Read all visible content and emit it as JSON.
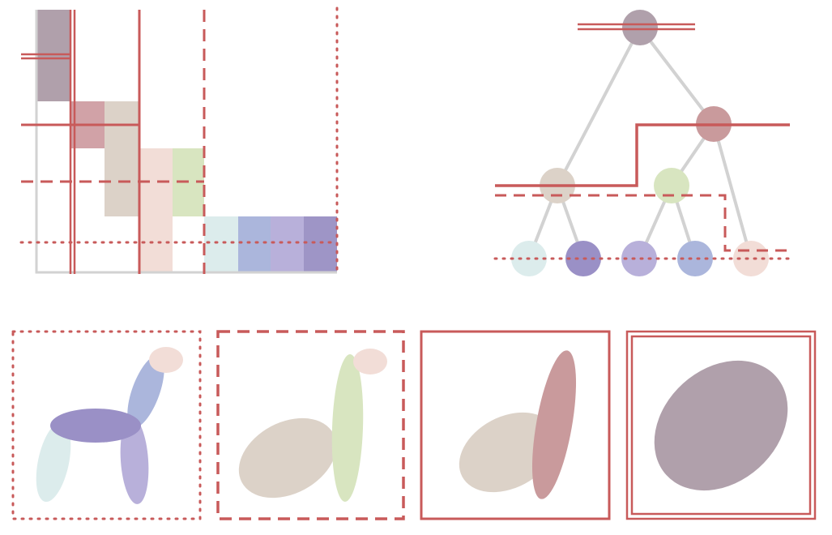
{
  "colors": {
    "cut_line": "#c85a5a",
    "axis": "#d2d2d2",
    "tree_edge": "#d2d2d2",
    "mauve": "#b0a0ab",
    "rose": "#d1a2a7",
    "taupe": "#dcd2c8",
    "peach": "#f2ddd7",
    "lime": "#d8e5c0",
    "mint": "#dcecec",
    "blue": "#abb6dc",
    "lavender": "#b8b0da",
    "violet": "#9e95c6",
    "deep_violet": "#9a90c6",
    "dusty_rose": "#c99a9c"
  },
  "blocks": [
    {
      "name": "block-mauve",
      "color": "mauve"
    },
    {
      "name": "block-rose",
      "color": "rose"
    },
    {
      "name": "block-taupe",
      "color": "taupe"
    },
    {
      "name": "block-peach",
      "color": "peach"
    },
    {
      "name": "block-lime",
      "color": "lime"
    },
    {
      "name": "block-mint",
      "color": "mint"
    },
    {
      "name": "block-blue",
      "color": "blue"
    },
    {
      "name": "block-lavender",
      "color": "lavender"
    },
    {
      "name": "block-violet",
      "color": "violet"
    }
  ],
  "tree_nodes": [
    {
      "name": "tree-root-node",
      "color": "mauve"
    },
    {
      "name": "tree-node-rose",
      "color": "dusty_rose"
    },
    {
      "name": "tree-node-taupe",
      "color": "taupe"
    },
    {
      "name": "tree-node-lime",
      "color": "lime"
    },
    {
      "name": "tree-leaf-mint",
      "color": "mint"
    },
    {
      "name": "tree-leaf-violet",
      "color": "deep_violet"
    },
    {
      "name": "tree-leaf-lavender",
      "color": "lavender"
    },
    {
      "name": "tree-leaf-blue",
      "color": "blue"
    },
    {
      "name": "tree-leaf-peach",
      "color": "peach"
    }
  ],
  "panels": [
    {
      "name": "panel-dotted",
      "border": "dotted",
      "shapes": [
        "mint",
        "lavender",
        "blue",
        "peach",
        "deep_violet"
      ]
    },
    {
      "name": "panel-dashed",
      "border": "dashed",
      "shapes": [
        "taupe",
        "lime",
        "peach"
      ]
    },
    {
      "name": "panel-solid",
      "border": "solid",
      "shapes": [
        "taupe",
        "dusty_rose"
      ]
    },
    {
      "name": "panel-double",
      "border": "double",
      "shapes": [
        "mauve"
      ]
    }
  ]
}
